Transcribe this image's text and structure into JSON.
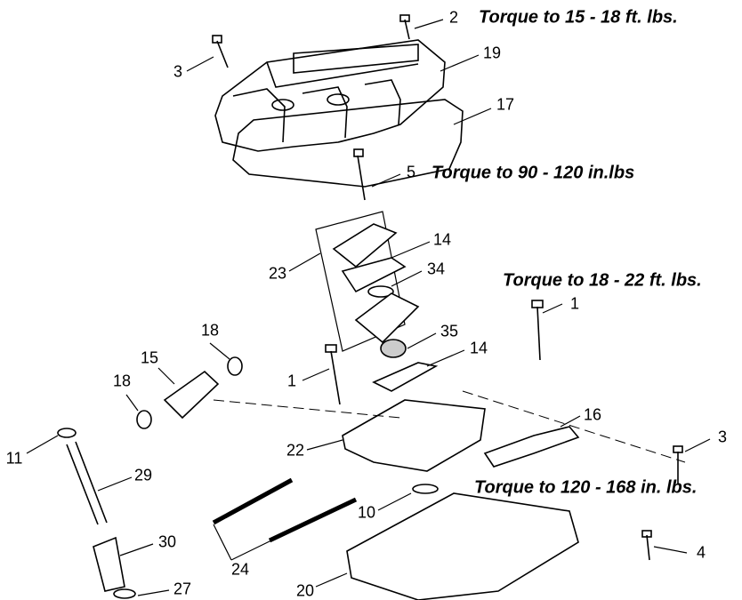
{
  "torque_notes": {
    "t1": "Torque to 15 - 18 ft. lbs.",
    "t2": "Torque to 90 - 120 in.lbs",
    "t3": "Torque to 18 - 22 ft. lbs.",
    "t4": "Torque to 120 - 168 in. lbs."
  },
  "callouts": {
    "c2": "2",
    "c3a": "3",
    "c19": "19",
    "c17": "17",
    "c5": "5",
    "c23": "23",
    "c14a": "14",
    "c34": "34",
    "c1a": "1",
    "c35": "35",
    "c14b": "14",
    "c18a": "18",
    "c15": "15",
    "c18b": "18",
    "c1b": "1",
    "c22": "22",
    "c16": "16",
    "c11": "11",
    "c29": "29",
    "c3b": "3",
    "c10": "10",
    "c30": "30",
    "c24": "24",
    "c4": "4",
    "c20": "20",
    "c27": "27"
  }
}
